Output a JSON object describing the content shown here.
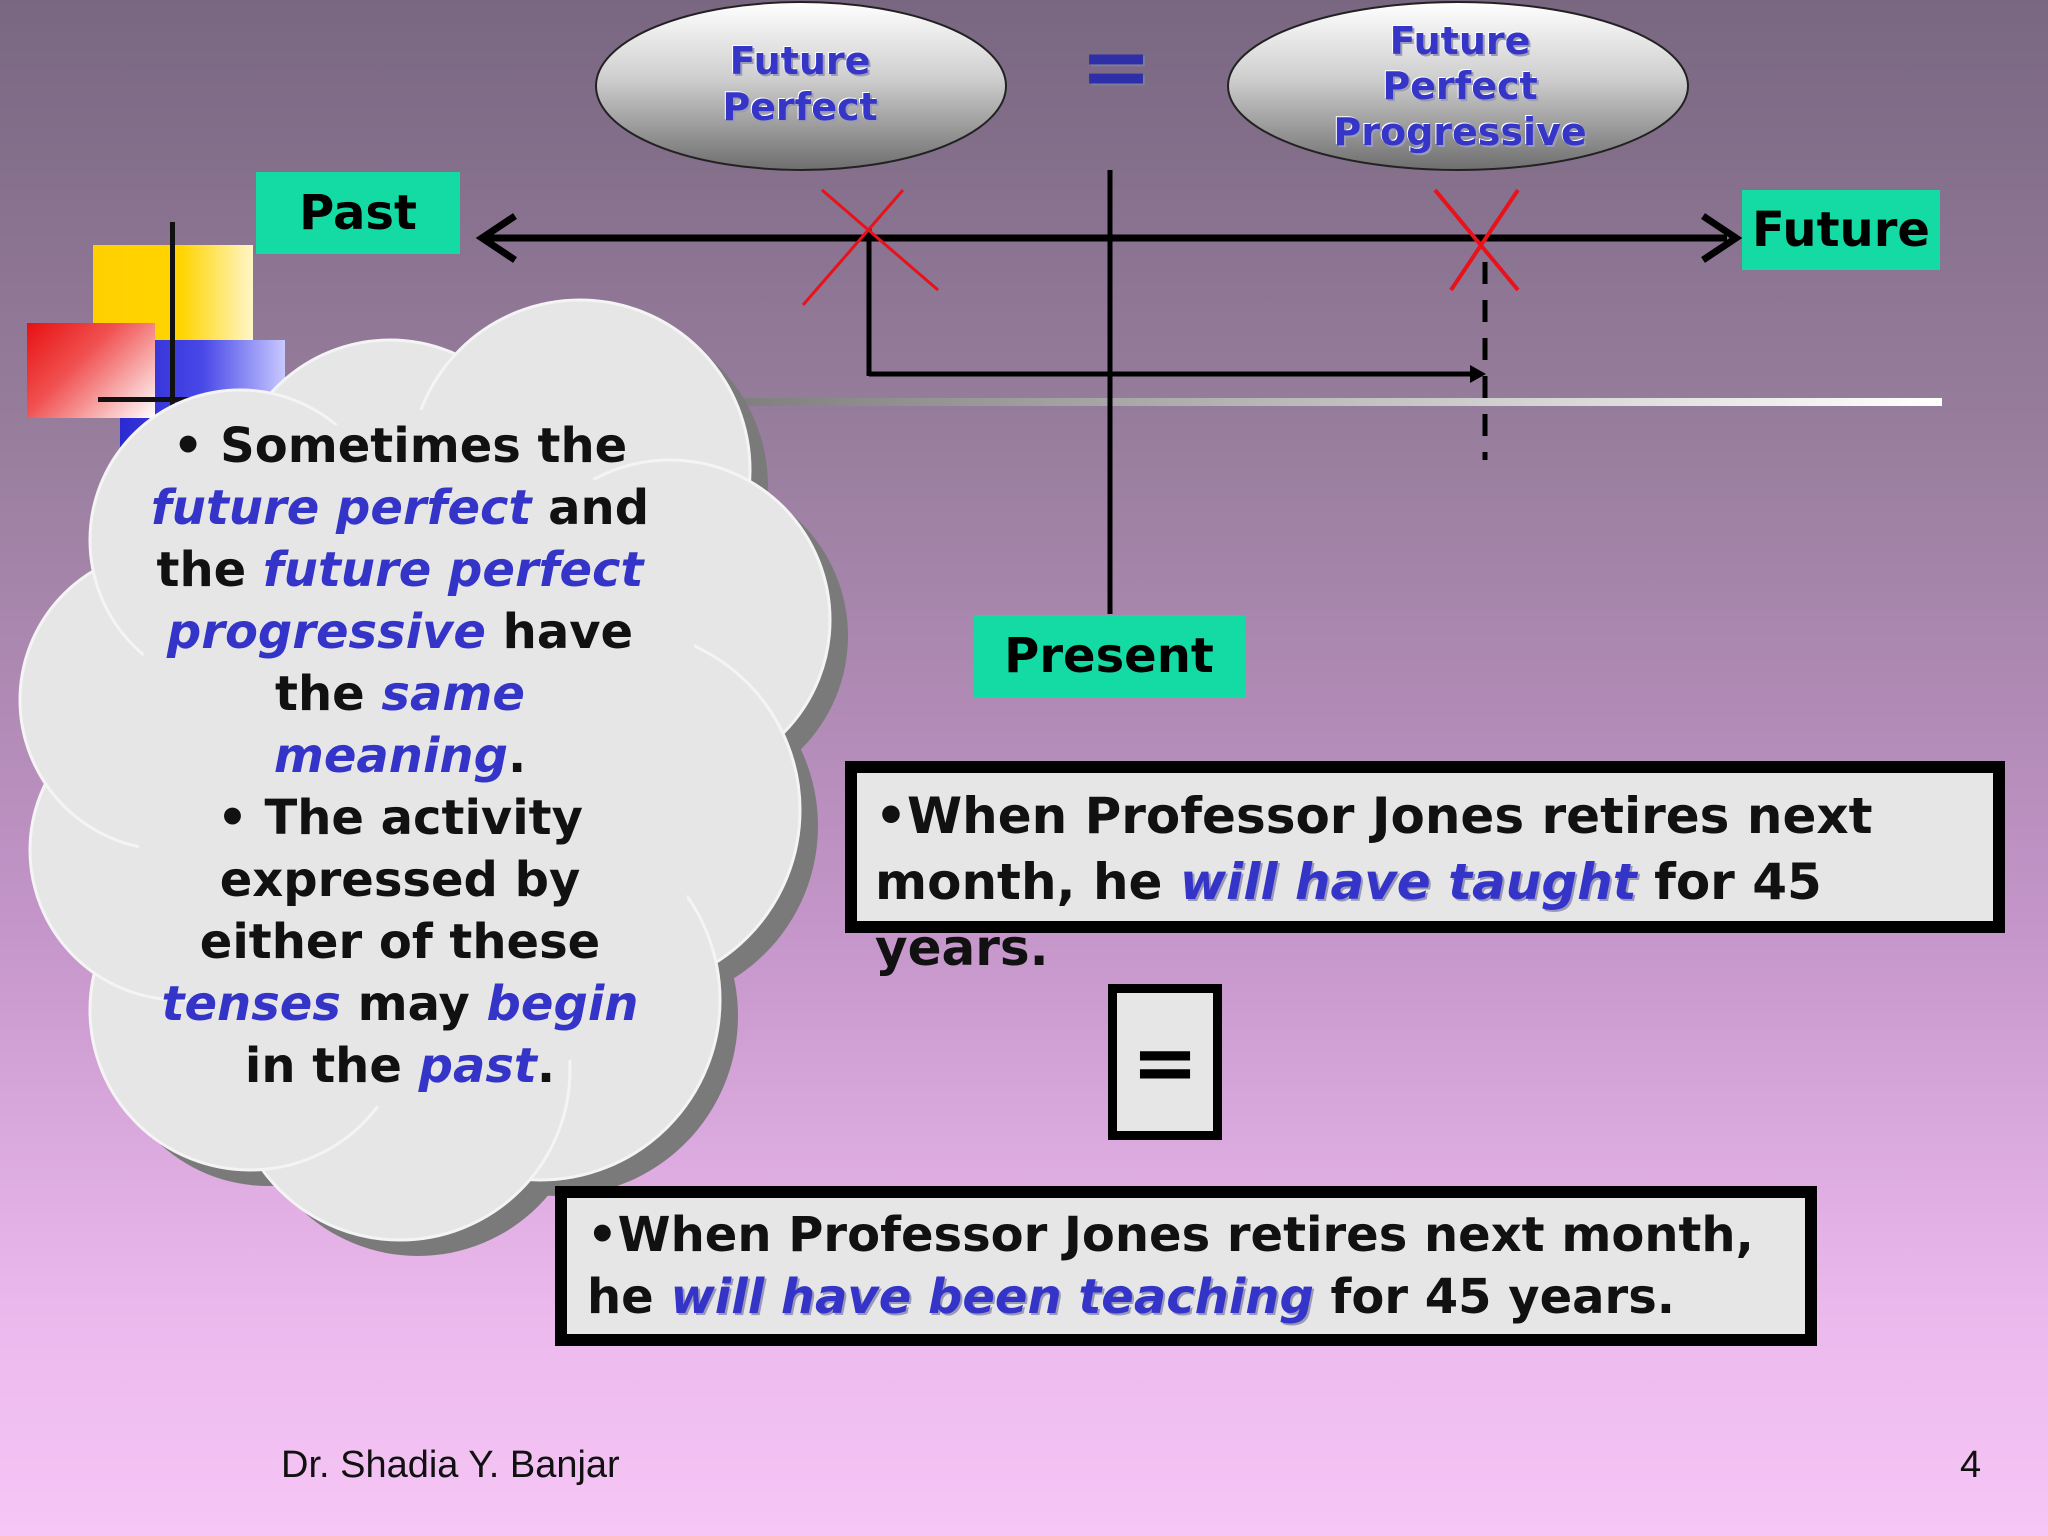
{
  "ellipses": {
    "left": "Future\nPerfect",
    "right": "Future\nPerfect\nProgressive"
  },
  "equals_symbol": "=",
  "labels": {
    "past": "Past",
    "future": "Future",
    "present": "Present"
  },
  "cloud": {
    "line1_pre": "• Sometimes the",
    "line2_hl": "future perfect",
    "line2_post": " and",
    "line3_pre": "the ",
    "line3_hl": "future perfect",
    "line4_hl": "progressive",
    "line4_post": " have",
    "line5_pre": "the ",
    "line5_hl": "same",
    "line6_hl": "meaning",
    "line6_post": ".",
    "line7": "• The activity",
    "line8": "expressed by",
    "line9": "either of these",
    "line10_hl1": "tenses",
    "line10_mid": " may ",
    "line10_hl2": "begin",
    "line11_pre": "in the ",
    "line11_hl": "past",
    "line11_post": "."
  },
  "sentence1": {
    "pre": "•When Professor Jones retires next month, he ",
    "hl": "will have taught",
    "post": " for 45 years."
  },
  "sentence2": {
    "pre": "•When Professor Jones retires next month, he ",
    "hl": "will have been teaching",
    "post": " for 45 years."
  },
  "eq_box": "=",
  "footer": {
    "author": "Dr. Shadia Y. Banjar",
    "page": "4"
  },
  "colors": {
    "highlight": "#3434c8",
    "tag": "#14dba3",
    "marker": "#e8121b"
  }
}
